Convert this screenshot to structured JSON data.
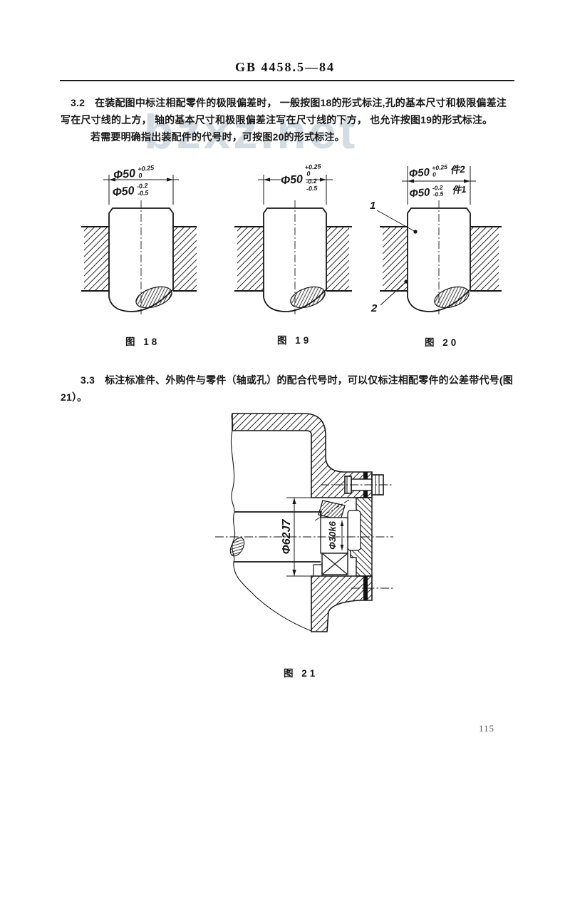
{
  "page": {
    "header_title": "GB 4458.5—84",
    "page_number": "115",
    "watermark": "bzxz.net"
  },
  "section_3_2": {
    "number": "3.2",
    "line1": "在装配图中标注相配零件的极限偏差时， 一般按图18的形式标注,孔的基本尺寸和极限偏差注",
    "line2": "写在尺寸线的上方， 轴的基本尺寸和极限偏差注写在尺寸线的下方， 也允许按图19的形式标注。",
    "line3": "若需要明确指出装配件的代号时，可按图20的形式标注。"
  },
  "section_3_3": {
    "number": "3.3",
    "line1": "标注标准件、外购件与零件（轴或孔）的配合代号时，可以仅标注相配零件的公差带代号(图",
    "line2": "21）。"
  },
  "fig18": {
    "caption": "图 18",
    "hole_dim": "Φ50",
    "hole_tol_upper": "+0.25",
    "hole_tol_lower": "0",
    "shaft_dim": "Φ50",
    "shaft_tol_upper": "-0.2",
    "shaft_tol_lower": "-0.5"
  },
  "fig19": {
    "caption": "图 19",
    "dim": "Φ50",
    "tol1": "+0.25",
    "tol2": "0",
    "tol3": "-0.2",
    "tol4": "-0.5"
  },
  "fig20": {
    "caption": "图 20",
    "hole_dim": "Φ50",
    "hole_tol_upper": "+0.25",
    "hole_tol_lower": "0",
    "hole_part": "件2",
    "shaft_dim": "Φ50",
    "shaft_tol_upper": "-0.2",
    "shaft_tol_lower": "-0.5",
    "shaft_part": "件1",
    "leader_top": "1",
    "leader_bottom": "2"
  },
  "fig21": {
    "caption": "图 21",
    "housing_fit": "Φ62J7",
    "shaft_fit": "Φ30k6"
  }
}
